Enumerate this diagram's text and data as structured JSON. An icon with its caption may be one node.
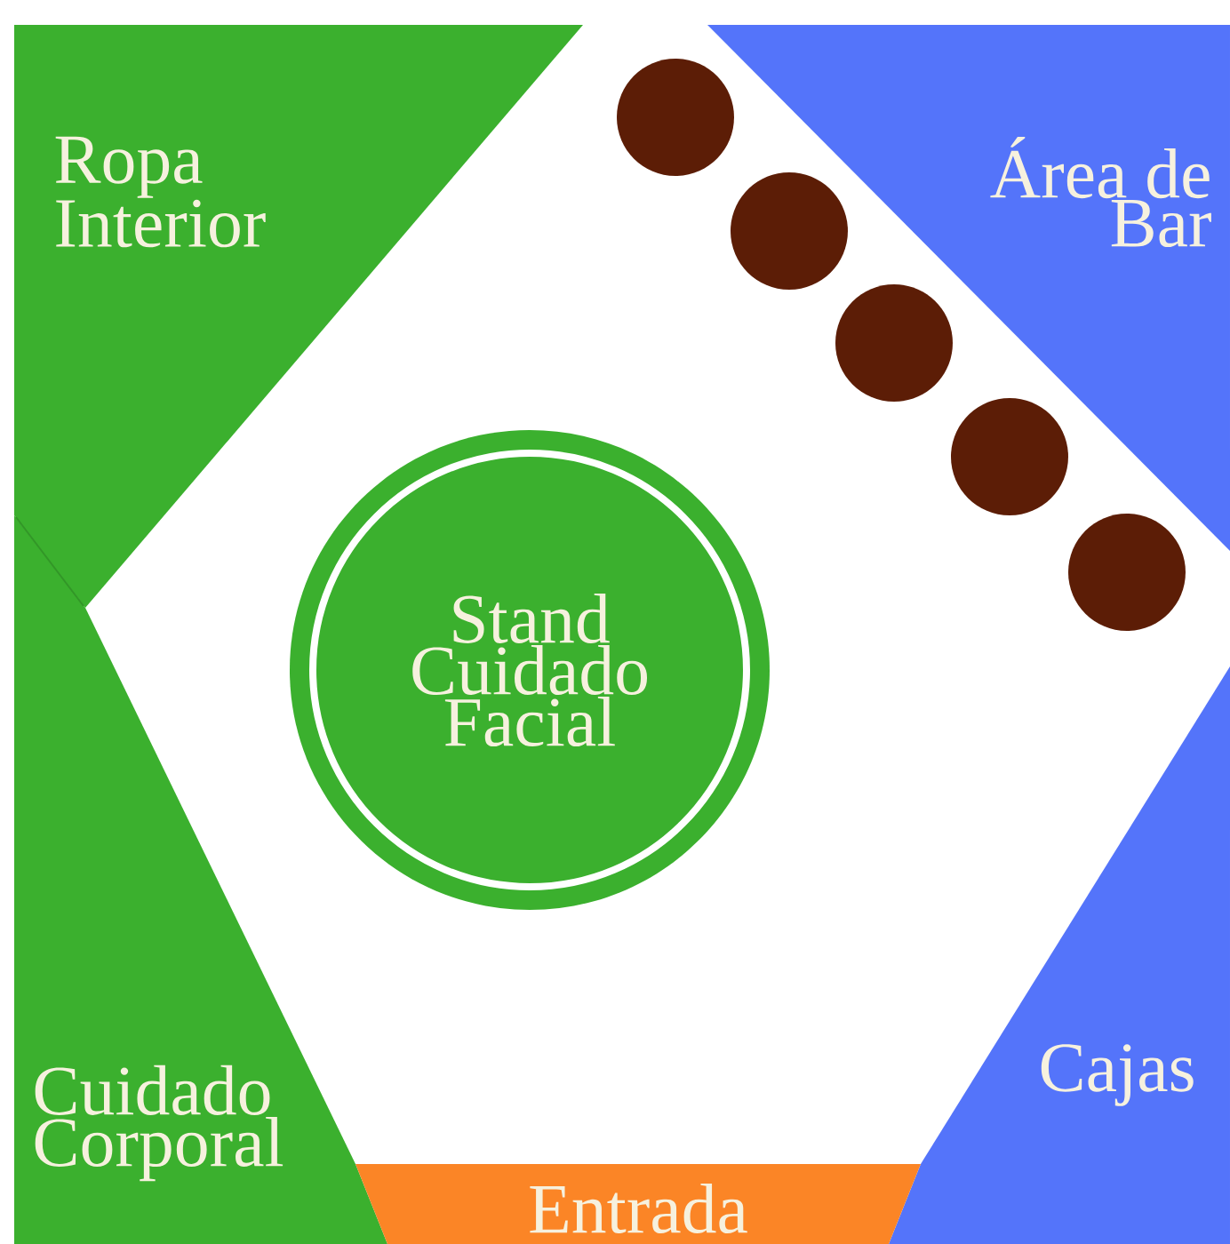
{
  "diagram": {
    "nodes": [
      {
        "text": [
          "Ropa Interior"
        ]
      },
      {
        "text": [
          "Área de Bar"
        ]
      },
      {
        "text": [],
        "shape": "circle"
      },
      {
        "text": [],
        "shape": "circle"
      },
      {
        "text": [],
        "shape": "circle"
      },
      {
        "text": [],
        "shape": "circle"
      },
      {
        "text": [],
        "shape": "circle"
      },
      {
        "text": [
          "Stand Cuidado Facial"
        ]
      },
      {
        "text": [
          "Cuidado Corporal"
        ]
      },
      {
        "text": [
          "Cajas"
        ]
      },
      {
        "text": [
          "Entrada"
        ]
      }
    ]
  }
}
